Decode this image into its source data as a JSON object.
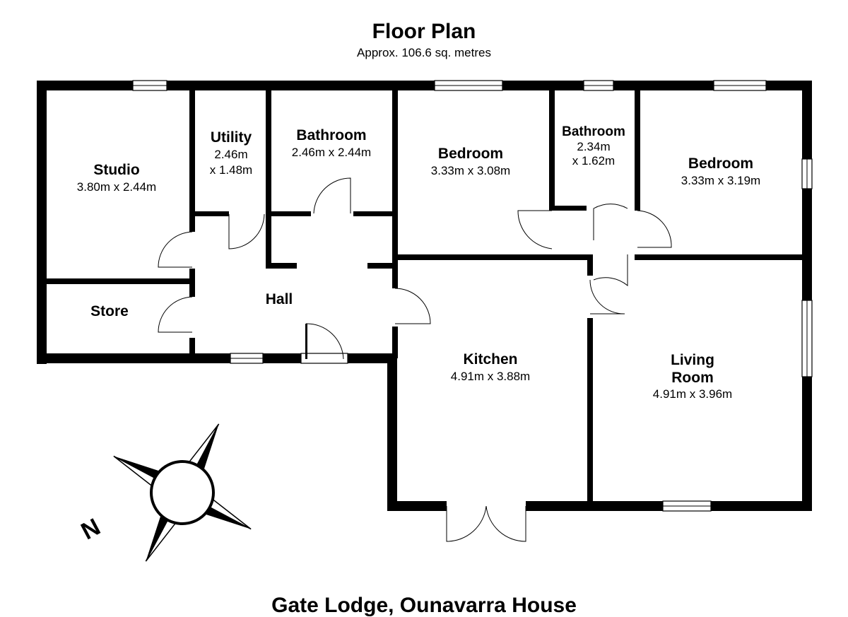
{
  "header": {
    "title": "Floor Plan",
    "subtitle": "Approx. 106.6 sq. metres"
  },
  "footer": {
    "property_name": "Gate Lodge, Ounavarra House"
  },
  "rooms": {
    "studio": {
      "name": "Studio",
      "dims": "3.80m x 2.44m"
    },
    "utility": {
      "name": "Utility",
      "dims_line1": "2.46m",
      "dims_line2": "x 1.48m"
    },
    "bathroom_main": {
      "name": "Bathroom",
      "dims": "2.46m x 2.44m"
    },
    "bedroom_1": {
      "name": "Bedroom",
      "dims": "3.33m x 3.08m"
    },
    "bathroom_ensuite": {
      "name": "Bathroom",
      "dims_line1": "2.34m",
      "dims_line2": "x 1.62m"
    },
    "bedroom_2": {
      "name": "Bedroom",
      "dims": "3.33m x 3.19m"
    },
    "store": {
      "name": "Store"
    },
    "hall": {
      "name": "Hall"
    },
    "kitchen": {
      "name": "Kitchen",
      "dims": "4.91m x 3.88m"
    },
    "living_room": {
      "name_line1": "Living",
      "name_line2": "Room",
      "dims": "4.91m x 3.96m"
    }
  },
  "compass": {
    "north_label": "N",
    "icon": "compass-rose-icon"
  }
}
